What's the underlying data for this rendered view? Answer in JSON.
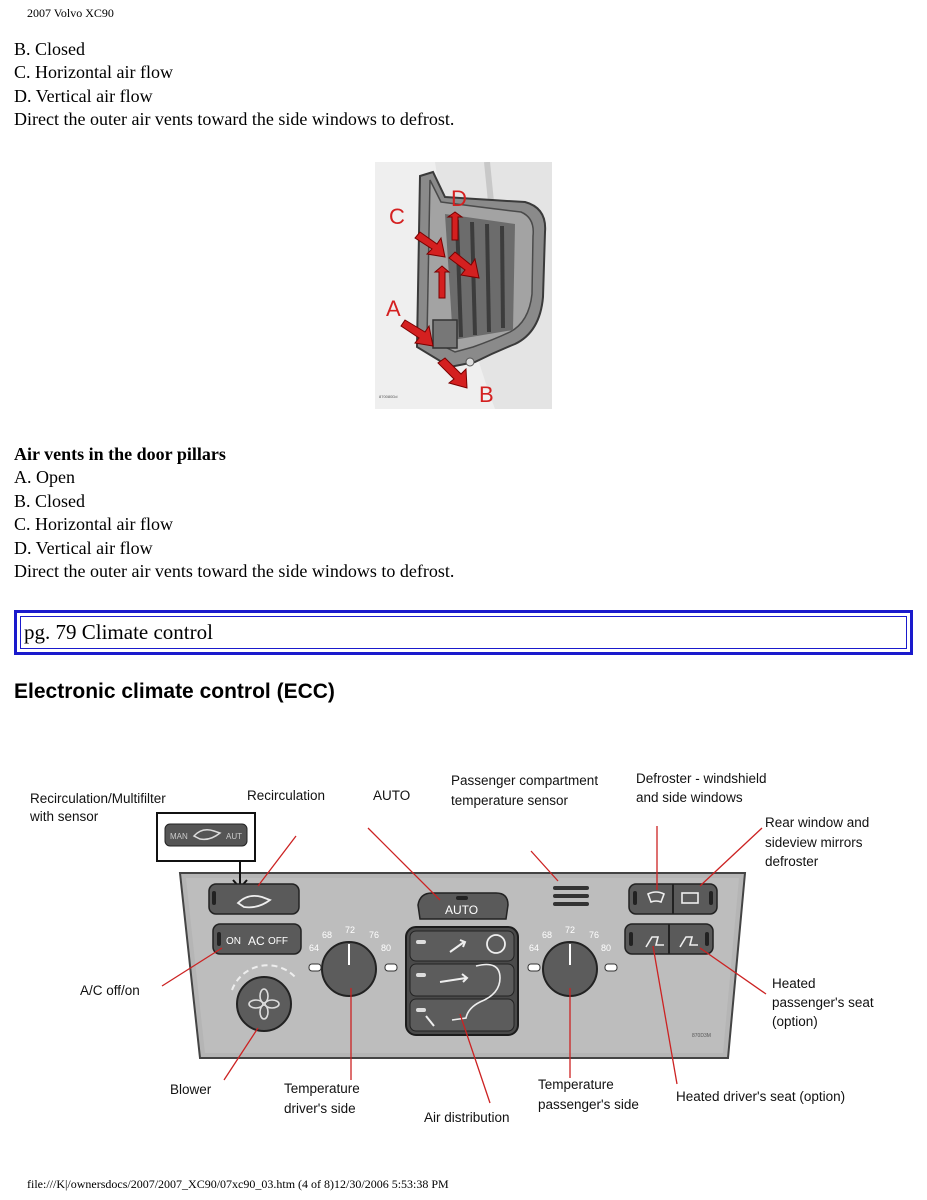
{
  "header": "2007 Volvo XC90",
  "top_list": [
    "B. Closed",
    "C. Horizontal air flow",
    "D. Vertical air flow",
    "Direct the outer air vents toward the side windows to defrost."
  ],
  "figure1": {
    "labels": {
      "a": "A",
      "b": "B",
      "c": "C",
      "d": "D"
    },
    "code": "870080Dd"
  },
  "section": {
    "heading": "Air vents in the door pillars",
    "items": [
      "A. Open",
      "B. Closed",
      "C. Horizontal air flow",
      "D. Vertical air flow",
      "Direct the outer air vents toward the side windows to defrost."
    ]
  },
  "page_box": "pg. 79 Climate control",
  "ecc_heading": "Electronic climate control (ECC)",
  "ecc_figure": {
    "callouts": {
      "recirc_multi_1": "Recirculation/Multifilter",
      "recirc_multi_2": "with sensor",
      "recirc": "Recirculation",
      "auto": "AUTO",
      "sensor_1": "Passenger compartment",
      "sensor_2": "temperature sensor",
      "defrost_1": "Defroster - windshield",
      "defrost_2": "and side windows",
      "rear_1": "Rear window and",
      "rear_2": "sideview mirrors",
      "rear_3": "defroster",
      "ac": "A/C off/on",
      "heated_pass_1": "Heated",
      "heated_pass_2": "passenger's seat",
      "heated_pass_3": "(option)",
      "blower": "Blower",
      "temp_driver_1": "Temperature",
      "temp_driver_2": "driver's side",
      "air_dist": "Air distribution",
      "temp_pass_1": "Temperature",
      "temp_pass_2": "passenger's side",
      "heated_driver": "Heated driver's seat (option)"
    },
    "panel": {
      "inset_man": "MAN",
      "inset_aut": "AUT",
      "auto_btn": "AUTO",
      "ac_on": "ON",
      "ac_ac": "AC",
      "ac_off": "OFF",
      "scale_left": [
        "64",
        "68",
        "72",
        "76",
        "80"
      ],
      "scale_right": [
        "64",
        "68",
        "72",
        "76",
        "80"
      ],
      "code": "870D3M"
    }
  },
  "footer": "file:///K|/ownersdocs/2007/2007_XC90/07xc90_03.htm (4 of 8)12/30/2006 5:53:38 PM",
  "colors": {
    "page_box_border": "#1a1acc",
    "arrow_red": "#d42020",
    "leader_red": "#cc2222"
  }
}
